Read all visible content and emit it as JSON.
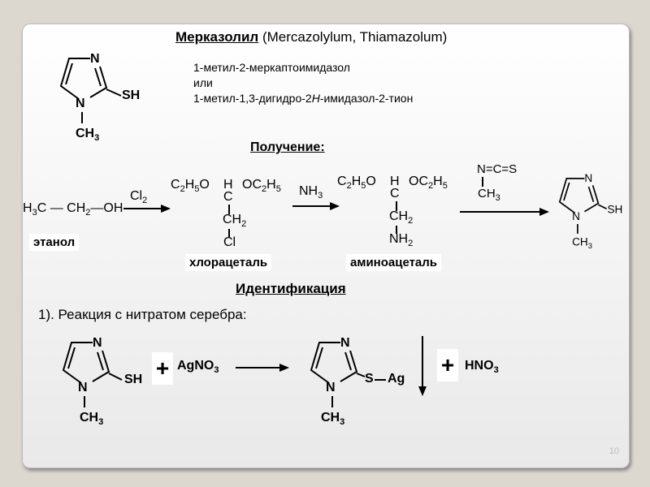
{
  "title": {
    "main": "Мерказолил",
    "latin": "(Mercazolylum, Thiamazolum)"
  },
  "names": [
    "1-метил-2-меркаптоимидазол",
    "или",
    "1-метил-1,3-дигидро-2",
    "H",
    "-имидазол-2-тион"
  ],
  "ring": {
    "n": "N",
    "sh": "SH",
    "ch3": "CH3",
    "s": "S",
    "ag": "Ag"
  },
  "synthesis": {
    "heading": "Получение:",
    "ethanol": {
      "h3c": "H3C",
      "ch2": "CH2",
      "oh": "OH",
      "label": "этанол"
    },
    "reagent1": "Cl2",
    "reagent2": "NH3",
    "acetal": {
      "left": "C2H5O",
      "h": "H",
      "right": "OC2H5",
      "c": "C",
      "ch2": "CH2",
      "cl": "Cl",
      "nh2": "NH2",
      "label1": "хлорацеталь",
      "label2": "аминоацеталь"
    },
    "isothiocyanate": {
      "formula": "N=C=S",
      "ch3": "CH3"
    }
  },
  "identification": {
    "heading": "Идентификация",
    "step1": "1). Реакция с нитратом серебра:",
    "plus": "+",
    "agno3": "AgNO3",
    "hno3": "HNO3"
  },
  "page_number": "10"
}
